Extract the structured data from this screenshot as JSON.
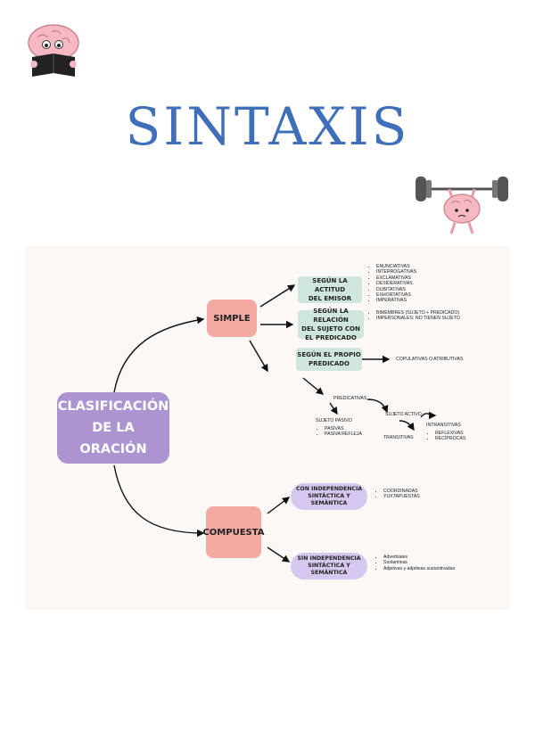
{
  "page": {
    "title": "SINTAXIS"
  },
  "mascots": [
    {
      "name": "brain-reading-book"
    },
    {
      "name": "brain-lifting-weights"
    }
  ],
  "diagram": {
    "root": {
      "line1": "CLASIFICACIÓN",
      "line2": "DE LA ORACIÓN"
    },
    "simple": {
      "label": "SIMPLE",
      "branches": [
        {
          "line1": "SEGÚN LA ACTITUD",
          "line2": "DEL EMISOR",
          "items": [
            "ENUNCIATIVAS",
            "INTERROGATIVAS",
            "EXCLAMATIVAS",
            "DESIDERATIVAS",
            "DUBITATIVAS",
            "EXHORTATIVAS",
            "IMPERATIVAS"
          ]
        },
        {
          "line1": "SEGÚN LA RELACIÓN",
          "line2": "DEL SUJETO CON",
          "line3": "EL PREDICADO",
          "items": [
            "BIMEMBRES (SUJETO + PREDICADO)",
            "IMPERSONALES: NO TIENEN SUJETO"
          ]
        },
        {
          "line1": "SEGÚN EL PROPIO",
          "line2": "PREDICADO",
          "result": "COPULATIVAS O ATRIBUTIVAS"
        }
      ],
      "predicativas": {
        "label": "PREDICATIVAS",
        "sujeto_pasivo": {
          "label": "SUJETO PASIVO",
          "items": [
            "PASIVAS",
            "PASIVA REFLEJA"
          ]
        },
        "sujeto_activo": {
          "label": "SUJETO ACTIVO"
        },
        "transitivas": "TRANSITIVAS",
        "intransitivas": {
          "label": "INTRANSITIVAS",
          "items": [
            "REFLEXIVAS",
            "RECÍPROCAS"
          ]
        }
      }
    },
    "compuesta": {
      "label": "COMPUESTA",
      "branches": [
        {
          "line1": "CON INDEPENDENCIA",
          "line2": "SINTÁCTICA Y",
          "line3": "SEMÁNTICA",
          "items": [
            "COORDINADAS",
            "YUXTAPUESTAS"
          ]
        },
        {
          "line1": "SIN INDEPENDENCIA",
          "line2": "SINTÁCTICA Y",
          "line3": "SEMÁNTICA",
          "items": [
            "Adverbiales",
            "Sustantivas",
            "Adjetivas y adjetivas sustantivadas"
          ]
        }
      ]
    },
    "colors": {
      "root": "#ab94cf",
      "simple": "#f3aaa2",
      "green": "#cfe6dd",
      "purple": "#d6c7ee",
      "title": "#3f6fb8",
      "background": "#fcf8f5"
    }
  }
}
